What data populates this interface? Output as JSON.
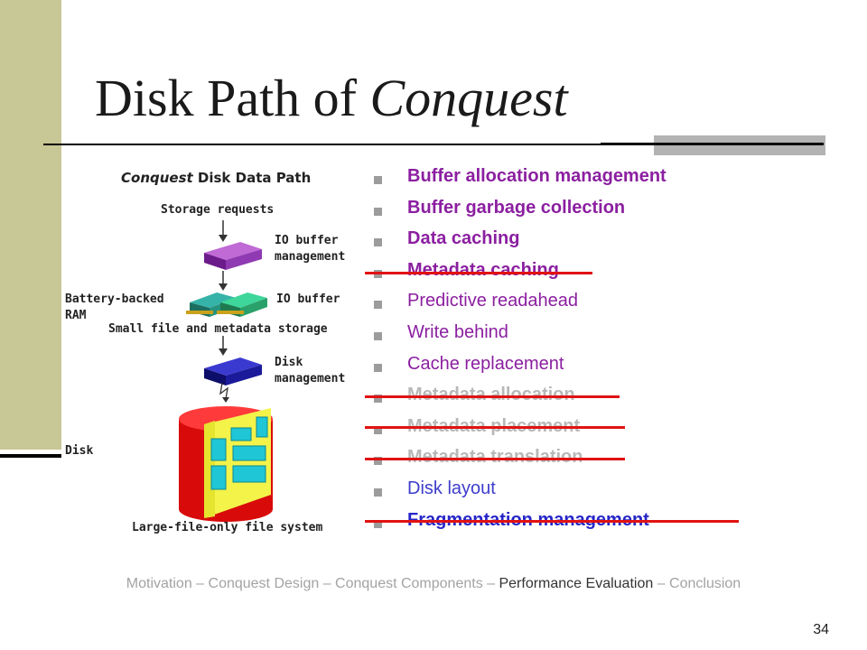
{
  "slide": {
    "title_plain": "Disk Path of ",
    "title_italic": "Conquest",
    "page_number": "34"
  },
  "diagram": {
    "title_italic": "Conquest",
    "title_rest": " Disk Data Path",
    "labels": {
      "storage_requests": "Storage requests",
      "io_buffer_mgmt_1": "IO buffer",
      "io_buffer_mgmt_2": "management",
      "battery_1": "Battery-backed",
      "battery_2": "RAM",
      "io_buffer": "IO buffer",
      "small_file": "Small file and metadata storage",
      "disk_mgmt_1": "Disk",
      "disk_mgmt_2": "management",
      "disk": "Disk",
      "large_file": "Large-file-only file system"
    }
  },
  "bullets": [
    {
      "text": "Buffer allocation management"
    },
    {
      "text": "Buffer garbage collection"
    },
    {
      "text": "Data caching"
    },
    {
      "text": "Metadata caching"
    },
    {
      "text": "Predictive readahead"
    },
    {
      "text": "Write behind"
    },
    {
      "text": "Cache replacement"
    },
    {
      "text": "Metadata allocation"
    },
    {
      "text": "Metadata placement"
    },
    {
      "text": "Metadata translation"
    },
    {
      "text": "Disk layout"
    },
    {
      "text": "Fragmentation management"
    }
  ],
  "footer": {
    "part1": "Motivation – Conquest Design – Conquest Components – ",
    "highlight": "Performance Evaluation",
    "part2": "  – Conclusion"
  },
  "colors": {
    "left_bar": "#c8c796",
    "strike": "#e11212",
    "purple_text": "#8b1fa0",
    "blue_text": "#3d3dcc"
  }
}
